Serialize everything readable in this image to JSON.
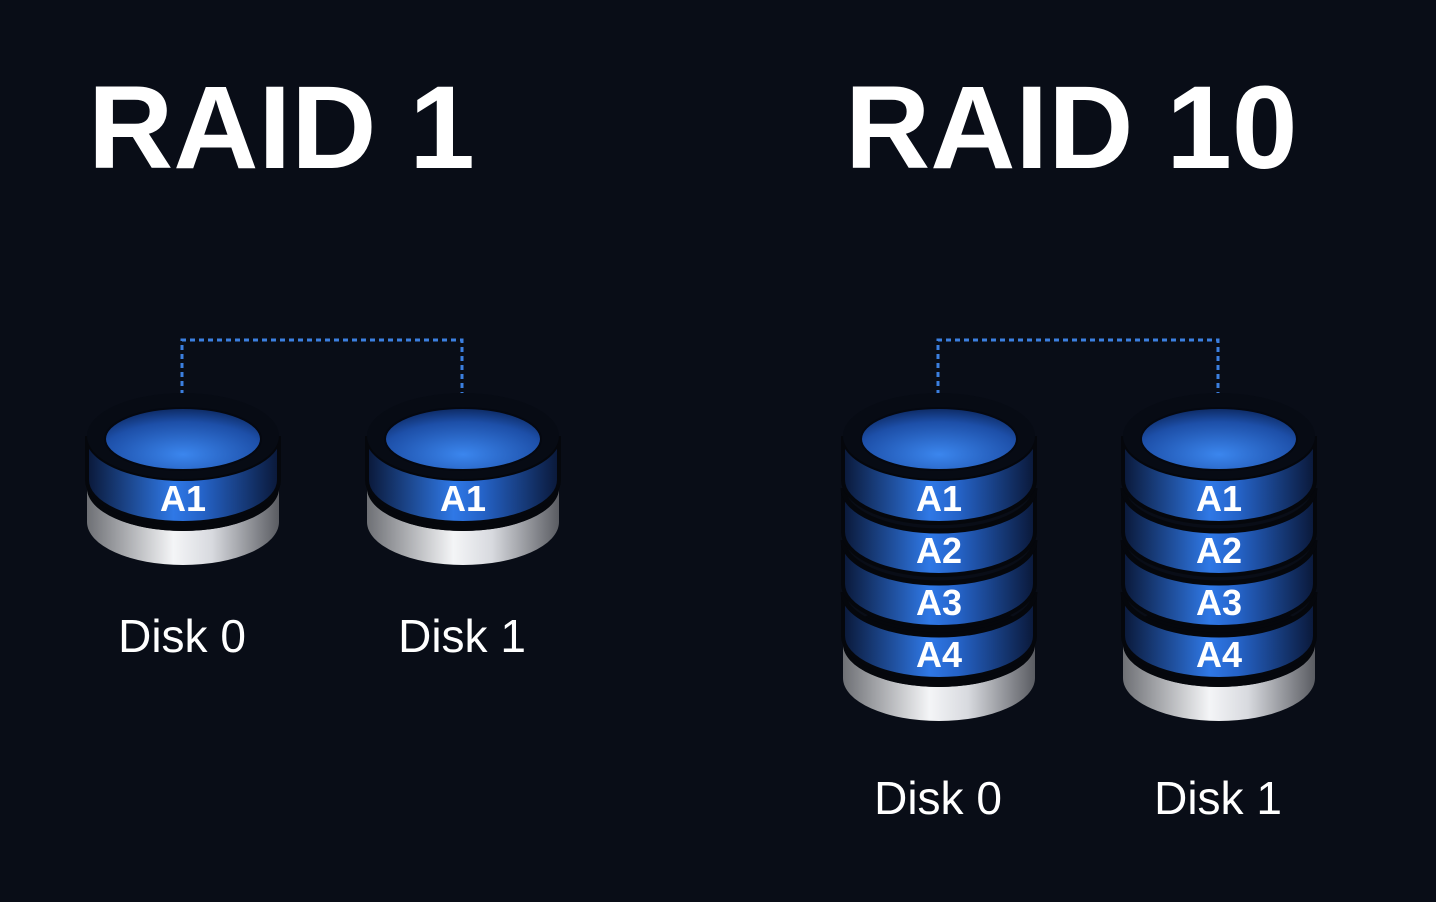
{
  "diagrams": [
    {
      "title": "RAID 1",
      "disks": [
        {
          "label": "Disk 0",
          "blocks": [
            "A1"
          ]
        },
        {
          "label": "Disk 1",
          "blocks": [
            "A1"
          ]
        }
      ]
    },
    {
      "title": "RAID 10",
      "disks": [
        {
          "label": "Disk 0",
          "blocks": [
            "A1",
            "A2",
            "A3",
            "A4"
          ]
        },
        {
          "label": "Disk 1",
          "blocks": [
            "A1",
            "A2",
            "A3",
            "A4"
          ]
        }
      ]
    }
  ],
  "colors": {
    "background": "#090d17",
    "link": "#3b7fe0",
    "block_blue": "#2a6fd6",
    "block_dark": "#0b1b3c"
  }
}
